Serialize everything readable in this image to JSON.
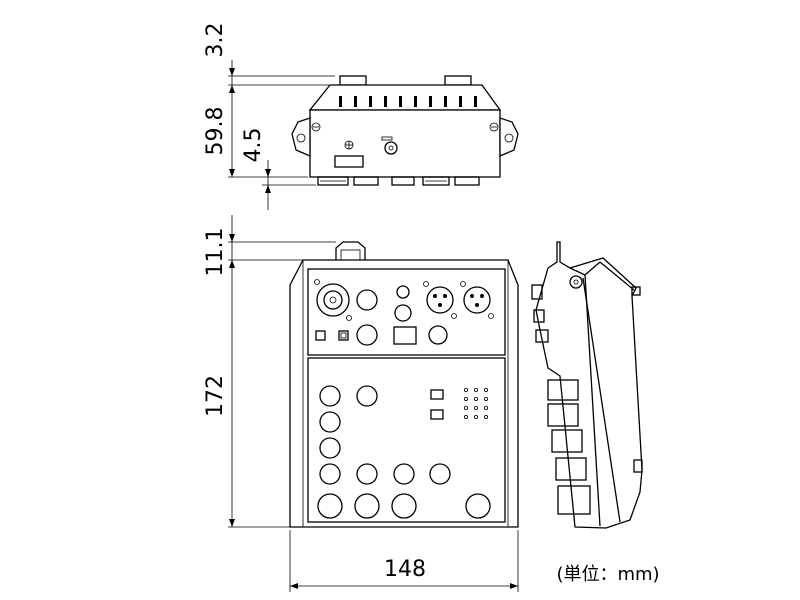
{
  "dimensions": {
    "top_height": "3.2",
    "body_height": "59.8",
    "foot_height": "4.5",
    "handle_height": "11.1",
    "depth": "172",
    "width": "148"
  },
  "unit_label": "(単位：mm)",
  "colors": {
    "line": "#000000",
    "background": "#ffffff"
  }
}
